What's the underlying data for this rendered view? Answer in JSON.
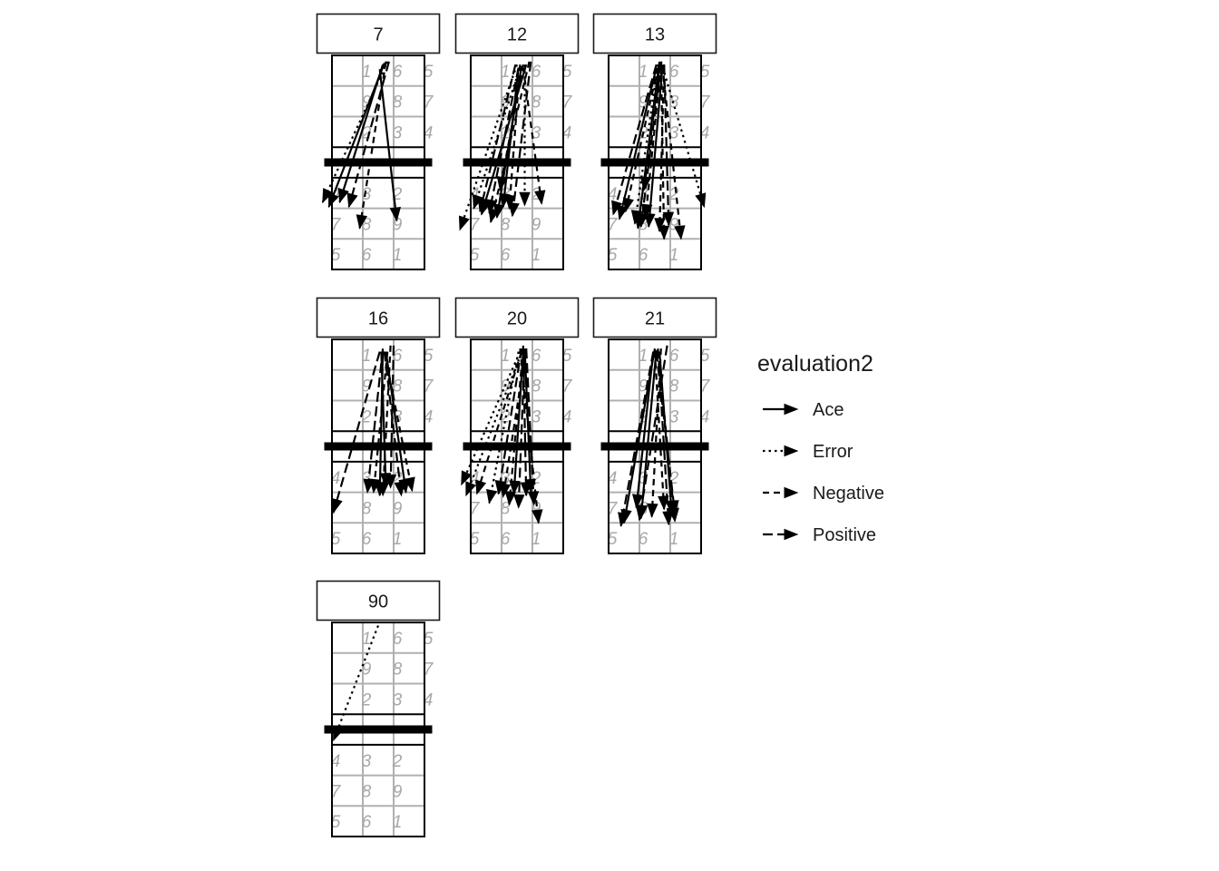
{
  "chart_data": {
    "type": "faceted-arrow-plot",
    "facets": [
      {
        "label": "7",
        "arrows": [
          {
            "e": "Ace",
            "from": [
              1.7,
              6.75
            ],
            "to": [
              -0.1,
              2.05
            ]
          },
          {
            "e": "Ace",
            "from": [
              1.65,
              6.7
            ],
            "to": [
              0.25,
              2.2
            ]
          },
          {
            "e": "Ace",
            "from": [
              1.55,
              6.55
            ],
            "to": [
              2.1,
              1.6
            ]
          },
          {
            "e": "Error",
            "from": [
              1.8,
              6.8
            ],
            "to": [
              -0.3,
              2.2
            ]
          },
          {
            "e": "Negative",
            "from": [
              1.75,
              6.8
            ],
            "to": [
              0.9,
              1.35
            ]
          },
          {
            "e": "Positive",
            "from": [
              1.85,
              6.8
            ],
            "to": [
              0.55,
              2.05
            ]
          }
        ]
      },
      {
        "label": "12",
        "arrows": [
          {
            "e": "Ace",
            "from": [
              1.65,
              6.65
            ],
            "to": [
              0.85,
              1.7
            ]
          },
          {
            "e": "Ace",
            "from": [
              1.55,
              6.6
            ],
            "to": [
              1.05,
              2.05
            ]
          },
          {
            "e": "Ace",
            "from": [
              1.8,
              6.7
            ],
            "to": [
              0.35,
              1.8
            ]
          },
          {
            "e": "Error",
            "from": [
              1.5,
              6.7
            ],
            "to": [
              -0.35,
              1.3
            ]
          },
          {
            "e": "Error",
            "from": [
              1.6,
              6.6
            ],
            "to": [
              0.1,
              2.0
            ]
          },
          {
            "e": "Error",
            "from": [
              1.75,
              6.7
            ],
            "to": [
              1.75,
              2.1
            ]
          },
          {
            "e": "Negative",
            "from": [
              1.9,
              6.8
            ],
            "to": [
              0.65,
              1.55
            ]
          },
          {
            "e": "Negative",
            "from": [
              1.6,
              6.7
            ],
            "to": [
              1.25,
              2.0
            ]
          },
          {
            "e": "Negative",
            "from": [
              1.7,
              6.7
            ],
            "to": [
              0.95,
              2.6
            ]
          },
          {
            "e": "Negative",
            "from": [
              1.7,
              6.6
            ],
            "to": [
              2.3,
              2.15
            ]
          },
          {
            "e": "Positive",
            "from": [
              1.45,
              6.7
            ],
            "to": [
              0.3,
              1.9
            ]
          },
          {
            "e": "Positive",
            "from": [
              1.55,
              6.6
            ],
            "to": [
              0.6,
              1.85
            ]
          },
          {
            "e": "Positive",
            "from": [
              1.95,
              6.8
            ],
            "to": [
              1.35,
              1.75
            ]
          }
        ]
      },
      {
        "label": "13",
        "arrows": [
          {
            "e": "Ace",
            "from": [
              1.65,
              6.8
            ],
            "to": [
              0.95,
              1.35
            ]
          },
          {
            "e": "Ace",
            "from": [
              1.55,
              6.6
            ],
            "to": [
              0.35,
              1.65
            ]
          },
          {
            "e": "Ace",
            "from": [
              1.75,
              6.7
            ],
            "to": [
              1.3,
              1.4
            ]
          },
          {
            "e": "Error",
            "from": [
              1.7,
              6.8
            ],
            "to": [
              3.1,
              2.05
            ]
          },
          {
            "e": "Error",
            "from": [
              1.6,
              6.7
            ],
            "to": [
              0.85,
              1.5
            ]
          },
          {
            "e": "Negative",
            "from": [
              1.7,
              6.8
            ],
            "to": [
              1.8,
              1.0
            ]
          },
          {
            "e": "Negative",
            "from": [
              1.6,
              6.6
            ],
            "to": [
              0.55,
              1.9
            ]
          },
          {
            "e": "Negative",
            "from": [
              1.8,
              6.7
            ],
            "to": [
              1.65,
              1.25
            ]
          },
          {
            "e": "Negative",
            "from": [
              1.7,
              6.7
            ],
            "to": [
              1.2,
              1.7
            ]
          },
          {
            "e": "Negative",
            "from": [
              1.75,
              6.6
            ],
            "to": [
              2.35,
              1.0
            ]
          },
          {
            "e": "Positive",
            "from": [
              1.55,
              6.7
            ],
            "to": [
              0.15,
              1.8
            ]
          },
          {
            "e": "Positive",
            "from": [
              1.65,
              6.6
            ],
            "to": [
              1.15,
              2.6
            ]
          },
          {
            "e": "Positive",
            "from": [
              1.8,
              6.7
            ],
            "to": [
              1.95,
              1.45
            ]
          },
          {
            "e": "Positive",
            "from": [
              1.7,
              6.75
            ],
            "to": [
              1.05,
              1.4
            ]
          }
        ]
      },
      {
        "label": "16",
        "arrows": [
          {
            "e": "Ace",
            "from": [
              1.65,
              6.65
            ],
            "to": [
              1.55,
              1.9
            ]
          },
          {
            "e": "Ace",
            "from": [
              1.75,
              6.6
            ],
            "to": [
              2.4,
              2.0
            ]
          },
          {
            "e": "Ace",
            "from": [
              1.6,
              6.6
            ],
            "to": [
              1.75,
              2.2
            ]
          },
          {
            "e": "Negative",
            "from": [
              1.9,
              6.8
            ],
            "to": [
              1.65,
              1.9
            ]
          },
          {
            "e": "Negative",
            "from": [
              1.7,
              6.6
            ],
            "to": [
              2.6,
              2.05
            ]
          },
          {
            "e": "Negative",
            "from": [
              1.8,
              6.6
            ],
            "to": [
              1.35,
              2.0
            ]
          },
          {
            "e": "Positive",
            "from": [
              1.55,
              6.6
            ],
            "to": [
              0.05,
              1.35
            ]
          },
          {
            "e": "Positive",
            "from": [
              1.65,
              6.7
            ],
            "to": [
              1.15,
              2.0
            ]
          },
          {
            "e": "Positive",
            "from": [
              2.0,
              6.8
            ],
            "to": [
              1.9,
              2.15
            ]
          },
          {
            "e": "Positive",
            "from": [
              1.7,
              6.6
            ],
            "to": [
              2.25,
              1.9
            ]
          }
        ]
      },
      {
        "label": "20",
        "arrows": [
          {
            "e": "Ace",
            "from": [
              1.75,
              6.7
            ],
            "to": [
              1.95,
              2.0
            ]
          },
          {
            "e": "Ace",
            "from": [
              1.7,
              6.6
            ],
            "to": [
              1.4,
              1.95
            ]
          },
          {
            "e": "Error",
            "from": [
              1.6,
              6.6
            ],
            "to": [
              -0.3,
              2.25
            ]
          },
          {
            "e": "Error",
            "from": [
              1.7,
              6.7
            ],
            "to": [
              -0.15,
              1.9
            ]
          },
          {
            "e": "Error",
            "from": [
              1.55,
              6.6
            ],
            "to": [
              0.6,
              1.65
            ]
          },
          {
            "e": "Negative",
            "from": [
              1.65,
              6.6
            ],
            "to": [
              0.2,
              1.95
            ]
          },
          {
            "e": "Negative",
            "from": [
              1.8,
              6.7
            ],
            "to": [
              1.05,
              1.85
            ]
          },
          {
            "e": "Negative",
            "from": [
              1.7,
              6.7
            ],
            "to": [
              1.25,
              1.6
            ]
          },
          {
            "e": "Negative",
            "from": [
              1.6,
              6.7
            ],
            "to": [
              2.2,
              1.0
            ]
          },
          {
            "e": "Positive",
            "from": [
              1.75,
              6.6
            ],
            "to": [
              1.55,
              1.5
            ]
          },
          {
            "e": "Positive",
            "from": [
              1.8,
              6.7
            ],
            "to": [
              2.05,
              1.6
            ]
          },
          {
            "e": "Positive",
            "from": [
              1.65,
              6.7
            ],
            "to": [
              0.9,
              1.95
            ]
          },
          {
            "e": "Positive",
            "from": [
              1.7,
              6.8
            ],
            "to": [
              1.8,
              1.9
            ]
          }
        ]
      },
      {
        "label": "21",
        "arrows": [
          {
            "e": "Ace",
            "from": [
              1.5,
              6.7
            ],
            "to": [
              0.5,
              1.0
            ]
          },
          {
            "e": "Ace",
            "from": [
              1.55,
              6.65
            ],
            "to": [
              1.05,
              1.15
            ]
          },
          {
            "e": "Ace",
            "from": [
              1.65,
              6.6
            ],
            "to": [
              2.05,
              1.3
            ]
          },
          {
            "e": "Ace",
            "from": [
              1.45,
              6.6
            ],
            "to": [
              0.9,
              1.5
            ]
          },
          {
            "e": "Negative",
            "from": [
              1.6,
              6.65
            ],
            "to": [
              2.15,
              1.05
            ]
          },
          {
            "e": "Negative",
            "from": [
              1.5,
              6.6
            ],
            "to": [
              1.8,
              1.45
            ]
          },
          {
            "e": "Negative",
            "from": [
              1.7,
              6.7
            ],
            "to": [
              1.4,
              1.2
            ]
          },
          {
            "e": "Positive",
            "from": [
              1.45,
              6.6
            ],
            "to": [
              0.4,
              0.9
            ]
          },
          {
            "e": "Positive",
            "from": [
              1.9,
              6.8
            ],
            "to": [
              1.0,
              1.1
            ]
          },
          {
            "e": "Positive",
            "from": [
              1.55,
              6.6
            ],
            "to": [
              2.15,
              1.3
            ]
          },
          {
            "e": "Positive",
            "from": [
              1.6,
              6.7
            ],
            "to": [
              1.95,
              0.95
            ]
          }
        ]
      },
      {
        "label": "90",
        "arrows": [
          {
            "e": "Error",
            "from": [
              1.5,
              6.9
            ],
            "to": [
              0.05,
              3.15
            ]
          }
        ]
      }
    ],
    "zone_labels": [
      [
        "1",
        1,
        6.5
      ],
      [
        "6",
        2,
        6.5
      ],
      [
        "5",
        3,
        6.5
      ],
      [
        "9",
        1,
        5.5
      ],
      [
        "8",
        2,
        5.5
      ],
      [
        "7",
        3,
        5.5
      ],
      [
        "2",
        1,
        4.5
      ],
      [
        "3",
        2,
        4.5
      ],
      [
        "4",
        3,
        4.5
      ],
      [
        "4",
        0,
        2.5
      ],
      [
        "3",
        1,
        2.5
      ],
      [
        "2",
        2,
        2.5
      ],
      [
        "7",
        0,
        1.5
      ],
      [
        "8",
        1,
        1.5
      ],
      [
        "9",
        2,
        1.5
      ],
      [
        "5",
        0,
        0.5
      ],
      [
        "6",
        1,
        0.5
      ],
      [
        "1",
        2,
        0.5
      ]
    ],
    "legend": {
      "title": "evaluation2",
      "placement": "right",
      "entries": [
        {
          "name": "Ace",
          "linetype": "solid"
        },
        {
          "name": "Error",
          "linetype": "dotted"
        },
        {
          "name": "Negative",
          "linetype": "dashed"
        },
        {
          "name": "Positive",
          "linetype": "longdash"
        }
      ]
    },
    "xlim": [
      -0.5,
      3.5
    ],
    "ylim": [
      0,
      7
    ]
  }
}
